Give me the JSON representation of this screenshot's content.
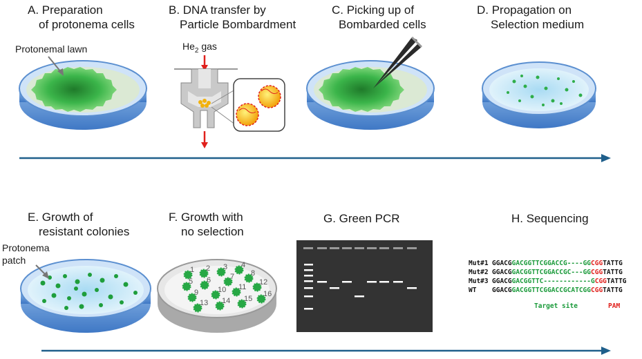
{
  "steps": {
    "a": {
      "line1": "A. Preparation",
      "line2": "of protonema cells"
    },
    "b": {
      "line1": "B. DNA transfer by",
      "line2": "Particle Bombardment"
    },
    "c": {
      "line1": "C. Picking up of",
      "line2": "Bombarded cells"
    },
    "d": {
      "line1": "D. Propagation on",
      "line2": "Selection medium"
    },
    "e": {
      "line1": "E. Growth of",
      "line2": "resistant colonies"
    },
    "f": {
      "line1": "F. Growth with",
      "line2": "no selection"
    },
    "g": {
      "line1": "G. Green PCR"
    },
    "h": {
      "line1": "H. Sequencing"
    }
  },
  "annotations": {
    "protonemal_lawn": "Protonemal lawn",
    "gas_base": "He",
    "gas_sub": "2",
    "gas_rest": " gas",
    "patch_line1": "Protonema",
    "patch_line2": "patch"
  },
  "colony_numbers": [
    "1",
    "2",
    "3",
    "4",
    "5",
    "6",
    "7",
    "8",
    "9",
    "10",
    "11",
    "12",
    "13",
    "14",
    "15",
    "16"
  ],
  "sequences": [
    {
      "label": "Mut#1",
      "parts": [
        {
          "t": "GGACG",
          "c": "black"
        },
        {
          "t": "GACGGTTCGGACCG",
          "c": "green"
        },
        {
          "t": "----GG",
          "c": "green"
        },
        {
          "t": "CGG",
          "c": "red"
        },
        {
          "t": "TATTG",
          "c": "black"
        }
      ]
    },
    {
      "label": "Mut#2",
      "parts": [
        {
          "t": "GGACG",
          "c": "black"
        },
        {
          "t": "GACGGTTCGGACCGC",
          "c": "green"
        },
        {
          "t": "---GG",
          "c": "green"
        },
        {
          "t": "CGG",
          "c": "red"
        },
        {
          "t": "TATTG",
          "c": "black"
        }
      ]
    },
    {
      "label": "Mut#3",
      "parts": [
        {
          "t": "GGACG",
          "c": "black"
        },
        {
          "t": "GACGGTTC",
          "c": "green"
        },
        {
          "t": "------------G",
          "c": "green"
        },
        {
          "t": "CGG",
          "c": "red"
        },
        {
          "t": "TATTG",
          "c": "black"
        }
      ]
    },
    {
      "label": "WT",
      "parts": [
        {
          "t": "GGACG",
          "c": "black"
        },
        {
          "t": "GACGGTTCGGACCGCATCGG",
          "c": "green"
        },
        {
          "t": "CGG",
          "c": "red"
        },
        {
          "t": "TATTG",
          "c": "black"
        }
      ]
    }
  ],
  "seq_legend": {
    "target": "Target site",
    "pam": "PAM"
  },
  "colors": {
    "arrow": "#1f5f8b",
    "green_text": "#1a9a3a",
    "red_text": "#e0201c",
    "dish_rim": "#5b8fd0",
    "red_arrow": "#e0201c"
  }
}
